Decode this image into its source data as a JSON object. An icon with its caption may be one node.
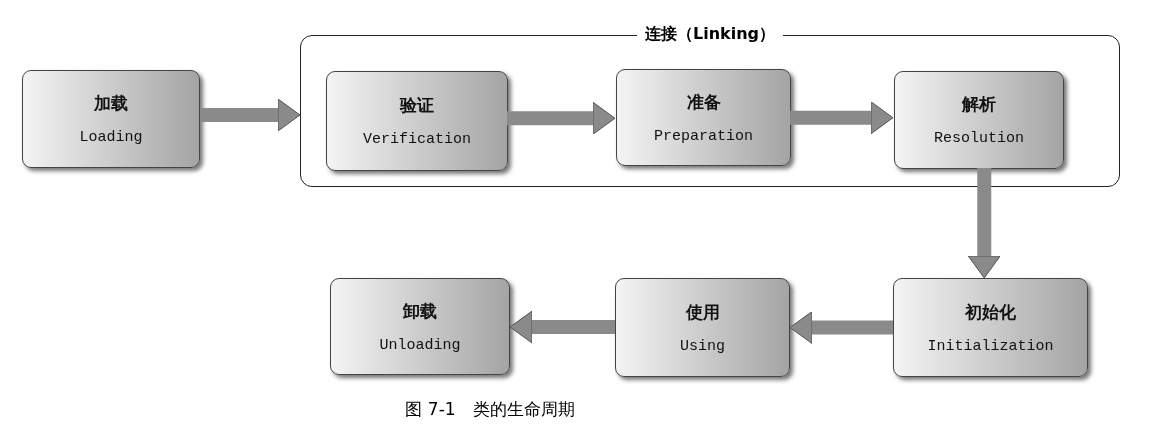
{
  "diagram": {
    "caption": "图 7-1　类的生命周期",
    "nodes": [
      {
        "text": [
          "加载",
          "Loading"
        ]
      },
      {
        "text": [
          "连接（Linking）"
        ]
      },
      {
        "text": [
          "验证",
          "Verification"
        ],
        "in": 1
      },
      {
        "text": [
          "准备",
          "Preparation"
        ],
        "in": 1
      },
      {
        "text": [
          "解析",
          "Resolution"
        ],
        "in": 1
      },
      {
        "text": [
          "初始化",
          "Initialization"
        ]
      },
      {
        "text": [
          "使用",
          "Using"
        ]
      },
      {
        "text": [
          "卸载",
          "Unloading"
        ]
      }
    ],
    "edges": [
      {
        "from": 0,
        "to": 1,
        "arrow": "to"
      },
      {
        "from": 2,
        "to": 3,
        "arrow": "to"
      },
      {
        "from": 3,
        "to": 4,
        "arrow": "to"
      },
      {
        "from": 4,
        "to": 5,
        "arrow": "to"
      },
      {
        "from": 5,
        "to": 6,
        "arrow": "to"
      },
      {
        "from": 6,
        "to": 7,
        "arrow": "to"
      }
    ]
  }
}
